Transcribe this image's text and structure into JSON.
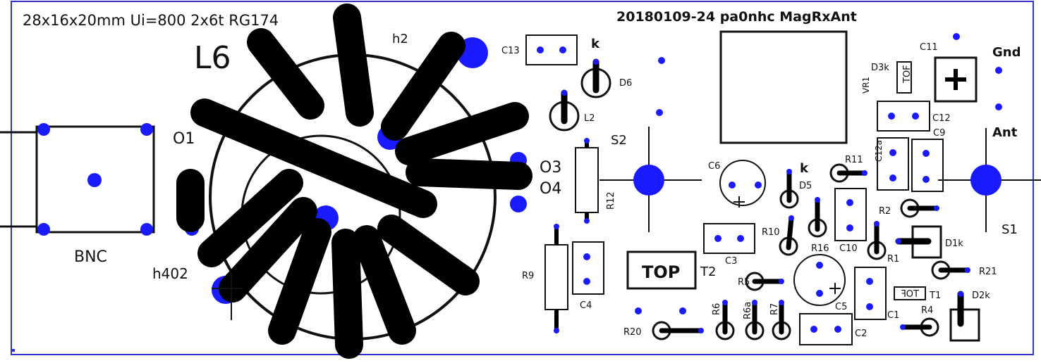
{
  "header": {
    "spec": "28x16x20mm Ui=800 2x6t RG174",
    "project": "20180109-24 pa0nhc MagRxAnt"
  },
  "components": {
    "L6": "L6",
    "h2": "h2",
    "h402": "h402",
    "O1": "O1",
    "O3": "O3",
    "O4": "O4",
    "BNC": "BNC",
    "C13": "C13",
    "k1": "k",
    "D6": "D6",
    "L2": "L2",
    "S2": "S2",
    "R12": "R12",
    "R9": "R9",
    "C4": "C4",
    "TOP": "TOP",
    "T2": "T2",
    "C3": "C3",
    "C6": "C6",
    "k2": "k",
    "D5": "D5",
    "R10": "R10",
    "R16": "R16",
    "C10": "C10",
    "R11": "R11",
    "C12a": "C12a",
    "C9": "C9",
    "C12": "C12",
    "VR1": "VR1",
    "D3k": "D3k",
    "TOF1": "TOF",
    "C11": "C11",
    "Gnd": "Gnd",
    "Ant": "Ant",
    "R2": "R2",
    "S1": "S1",
    "D1k": "D1k",
    "R1": "R1",
    "R21": "R21",
    "R5": "R5",
    "C5": "C5",
    "T1": "T1",
    "TOF2": "TOF",
    "D2k": "D2k",
    "R4": "R4",
    "C1": "C1",
    "C2": "C2",
    "R6": "R6",
    "R6a": "R6a",
    "R7": "R7",
    "R20": "R20"
  },
  "colors": {
    "pad": "#1a1aff",
    "silk": "#111111",
    "outline": "#3333cc",
    "background": "#ffffff"
  }
}
